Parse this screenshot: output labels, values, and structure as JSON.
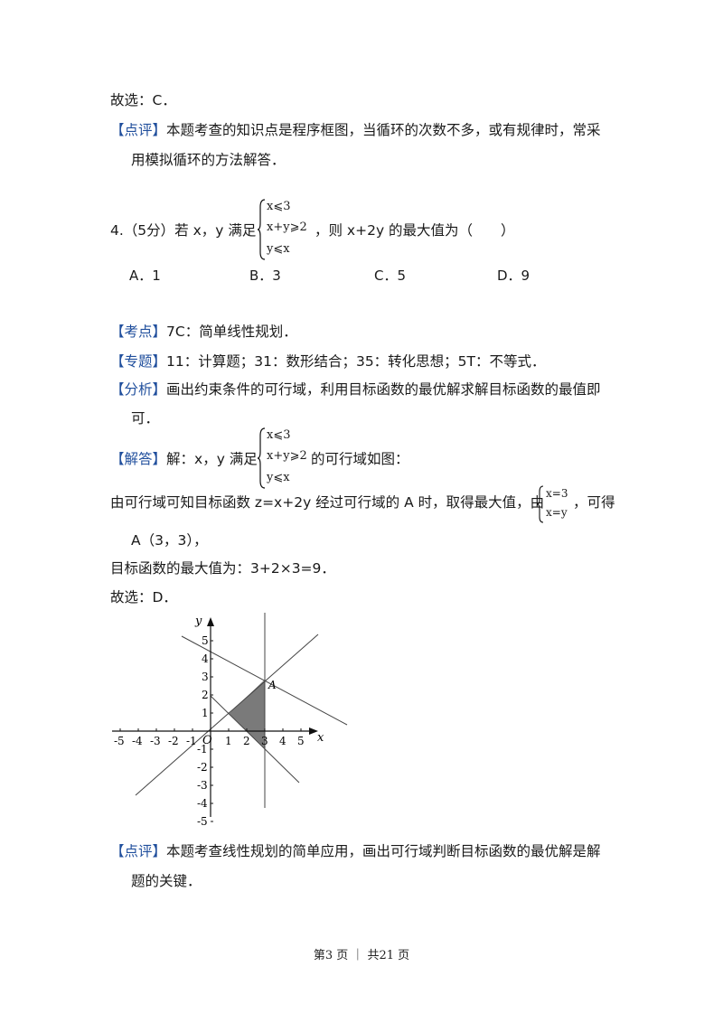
{
  "top": {
    "conclusion": "故选：C．",
    "comment_tag": "【点评】",
    "comment_line1": "本题考查的知识点是程序框图，当循环的次数不多，或有规律时，常采",
    "comment_line2": "用模拟循环的方法解答．"
  },
  "question": {
    "stem_prefix": "4.（5分）若 x，y 满足",
    "constraints": [
      "x⩽3",
      "x+y⩾2",
      "y⩽x"
    ],
    "stem_suffix": "，则 x+2y 的最大值为（　　）",
    "options": [
      "A．1",
      "B．3",
      "C．5",
      "D．9"
    ]
  },
  "analysis": {
    "kaodian_tag": "【考点】",
    "kaodian": "7C：简单线性规划．",
    "zhuanti_tag": "【专题】",
    "zhuanti": "11：计算题；31：数形结合；35：转化思想；5T：不等式．",
    "fenxi_tag": "【分析】",
    "fenxi_line1": "画出约束条件的可行域，利用目标函数的最优解求解目标函数的最值即",
    "fenxi_line2": "可．",
    "jieda_tag": "【解答】",
    "jieda_prefix": "解：x，y 满足",
    "jieda_suffix": "的可行域如图：",
    "solve_prefix": "由可行域可知目标函数 z=x+2y 经过可行域的 A 时，取得最大值，由",
    "solve_system": [
      "x=3",
      "x=y"
    ],
    "solve_suffix": "，可得",
    "point_A": "A（3，3），",
    "max_value": "目标函数的最大值为：3+2×3=9．",
    "conclusion": "故选：D．"
  },
  "figure": {
    "x_ticks": [
      "-5",
      "-4",
      "-3",
      "-2",
      "-1",
      "1",
      "2",
      "3",
      "4",
      "5"
    ],
    "y_ticks": [
      "5",
      "4",
      "3",
      "2",
      "1",
      "-1",
      "-2",
      "-3",
      "-4",
      "-5"
    ],
    "x_axis_label": "x",
    "y_axis_label": "y",
    "origin_label": "O",
    "point_label": "A",
    "shaded_color": "#7a7a7a"
  },
  "comment2": {
    "tag": "【点评】",
    "line1": "本题考查线性规划的简单应用，画出可行域判断目标函数的最优解是解",
    "line2": "题的关键．"
  },
  "footer": {
    "text": "第3 页 ｜ 共21 页"
  }
}
